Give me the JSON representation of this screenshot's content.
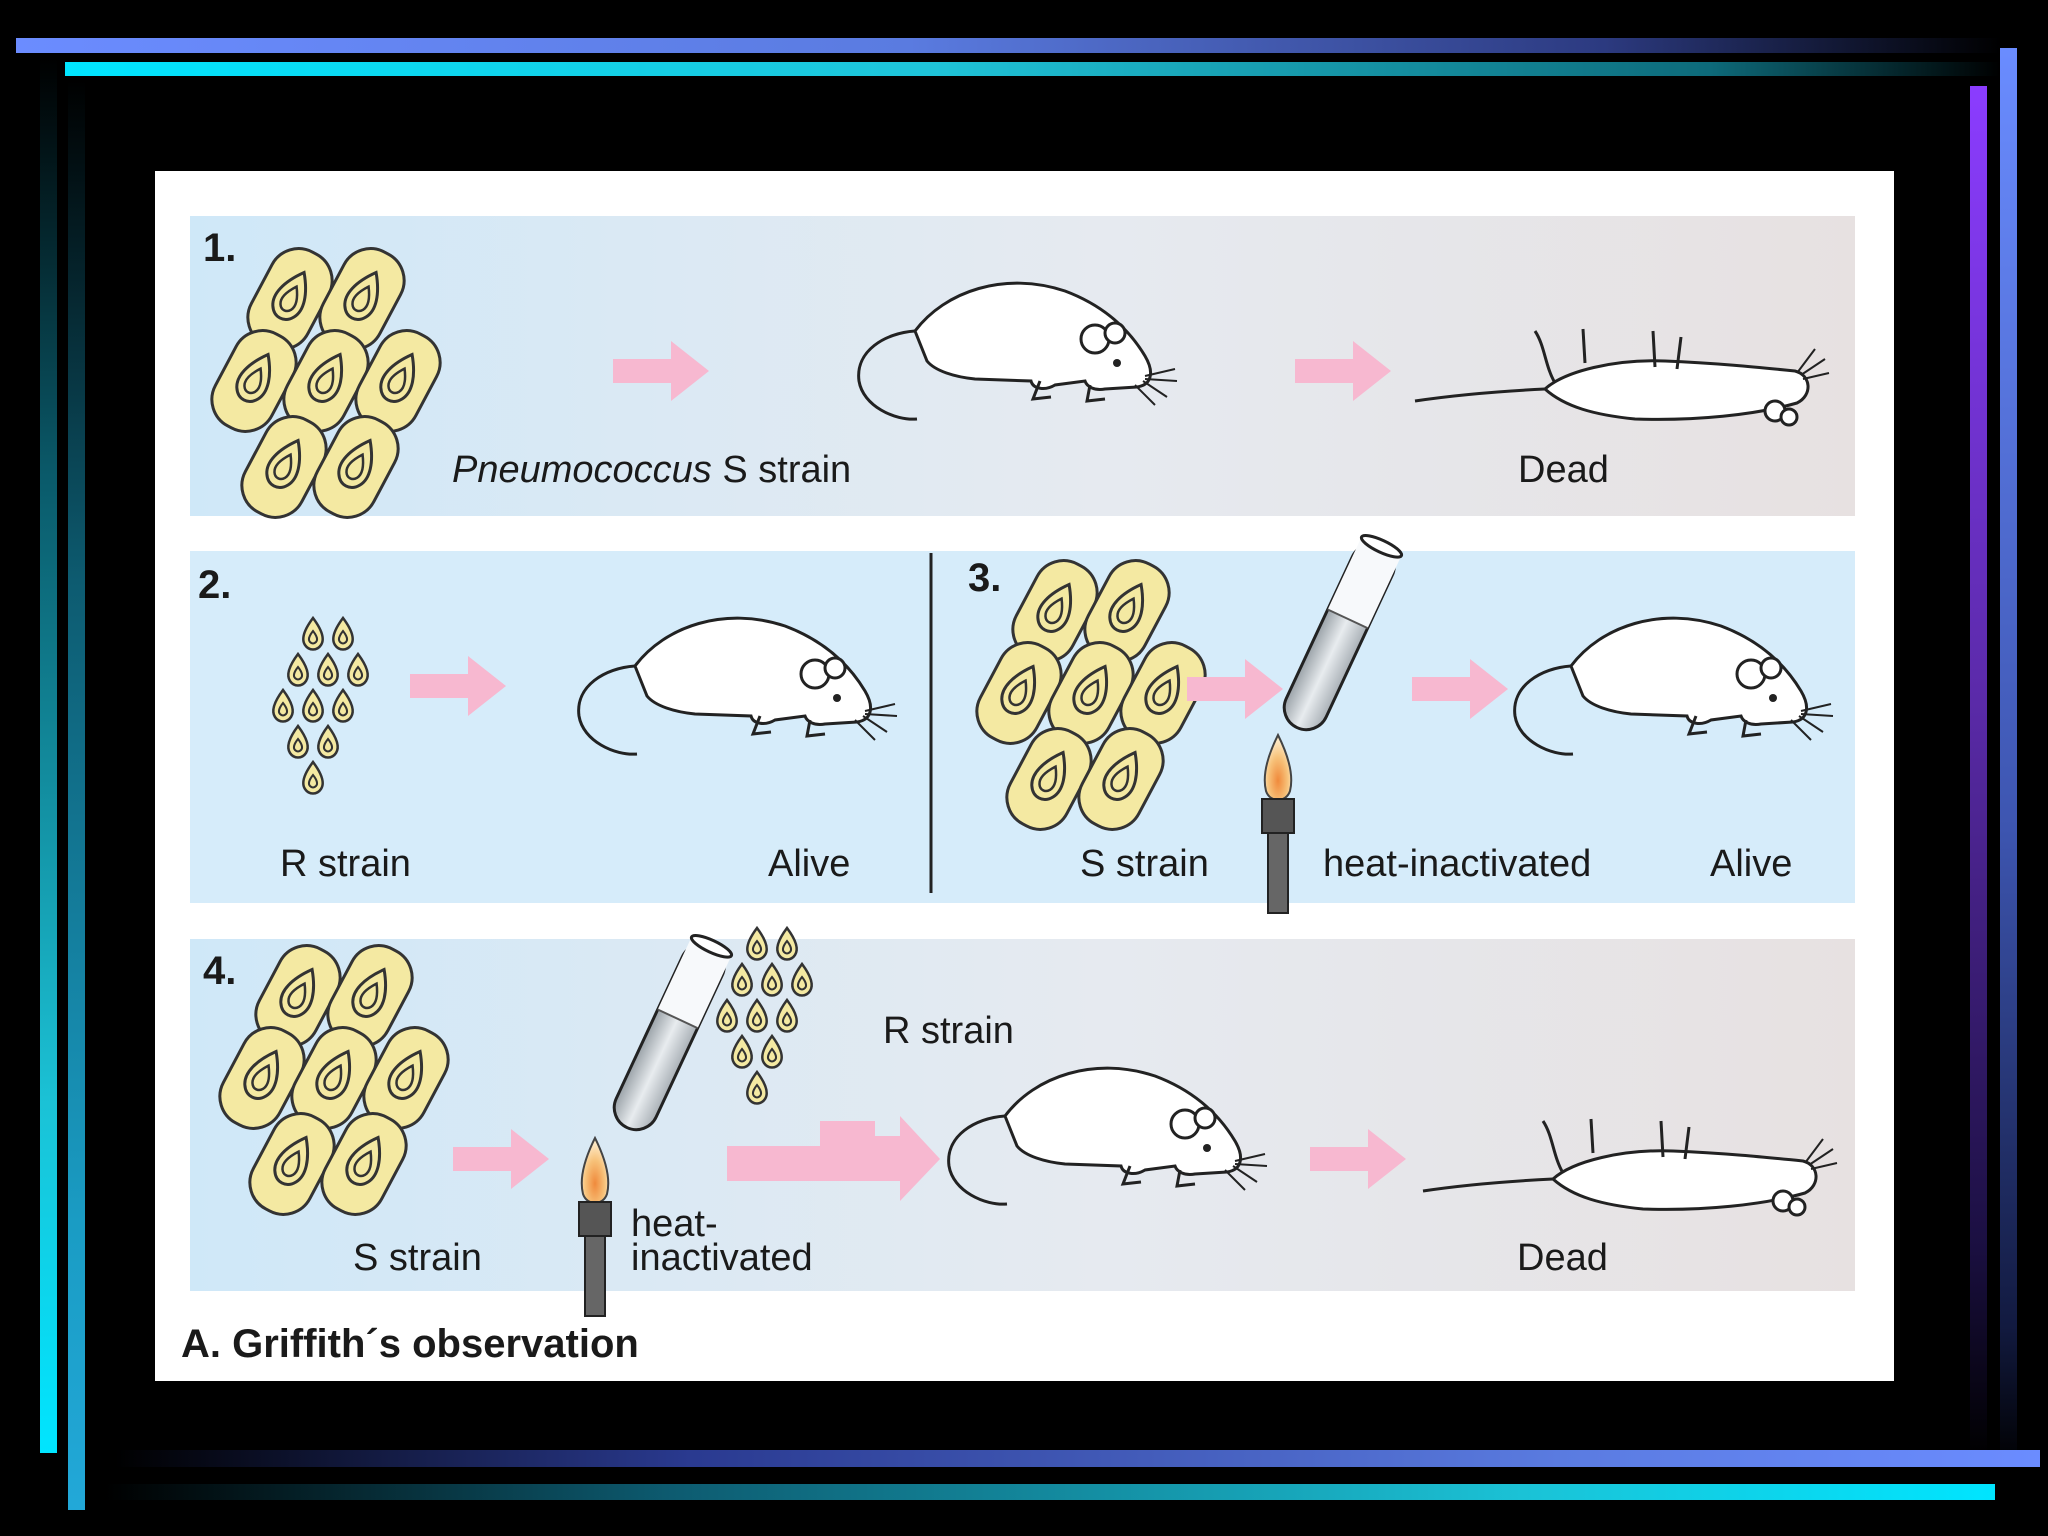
{
  "figure": {
    "caption": "A. Griffith´s observation",
    "colors": {
      "capsule_fill": "#f4e9a2",
      "capsule_stroke": "#333333",
      "arrow": "#f7b8d0",
      "panel_light": "#d6ecfa",
      "panel_grey": "#e6e2e2"
    },
    "panels": [
      {
        "number": "1.",
        "label_italic": "Pneumococcus",
        "label_rest": " S strain",
        "outcome": "Dead"
      },
      {
        "number": "2.",
        "strain": "R strain",
        "outcome": "Alive"
      },
      {
        "number": "3.",
        "strain": "S strain",
        "treatment": "heat-inactivated",
        "outcome": "Alive"
      },
      {
        "number": "4.",
        "strain": "S strain",
        "treatment_line1": "heat-",
        "treatment_line2": "inactivated",
        "added_strain": "R strain",
        "outcome": "Dead"
      }
    ],
    "icons": [
      "s-strain-cells-icon",
      "r-strain-cells-icon",
      "arrow-icon",
      "mouse-alive-icon",
      "mouse-dead-icon",
      "test-tube-icon",
      "burner-flame-icon"
    ]
  }
}
